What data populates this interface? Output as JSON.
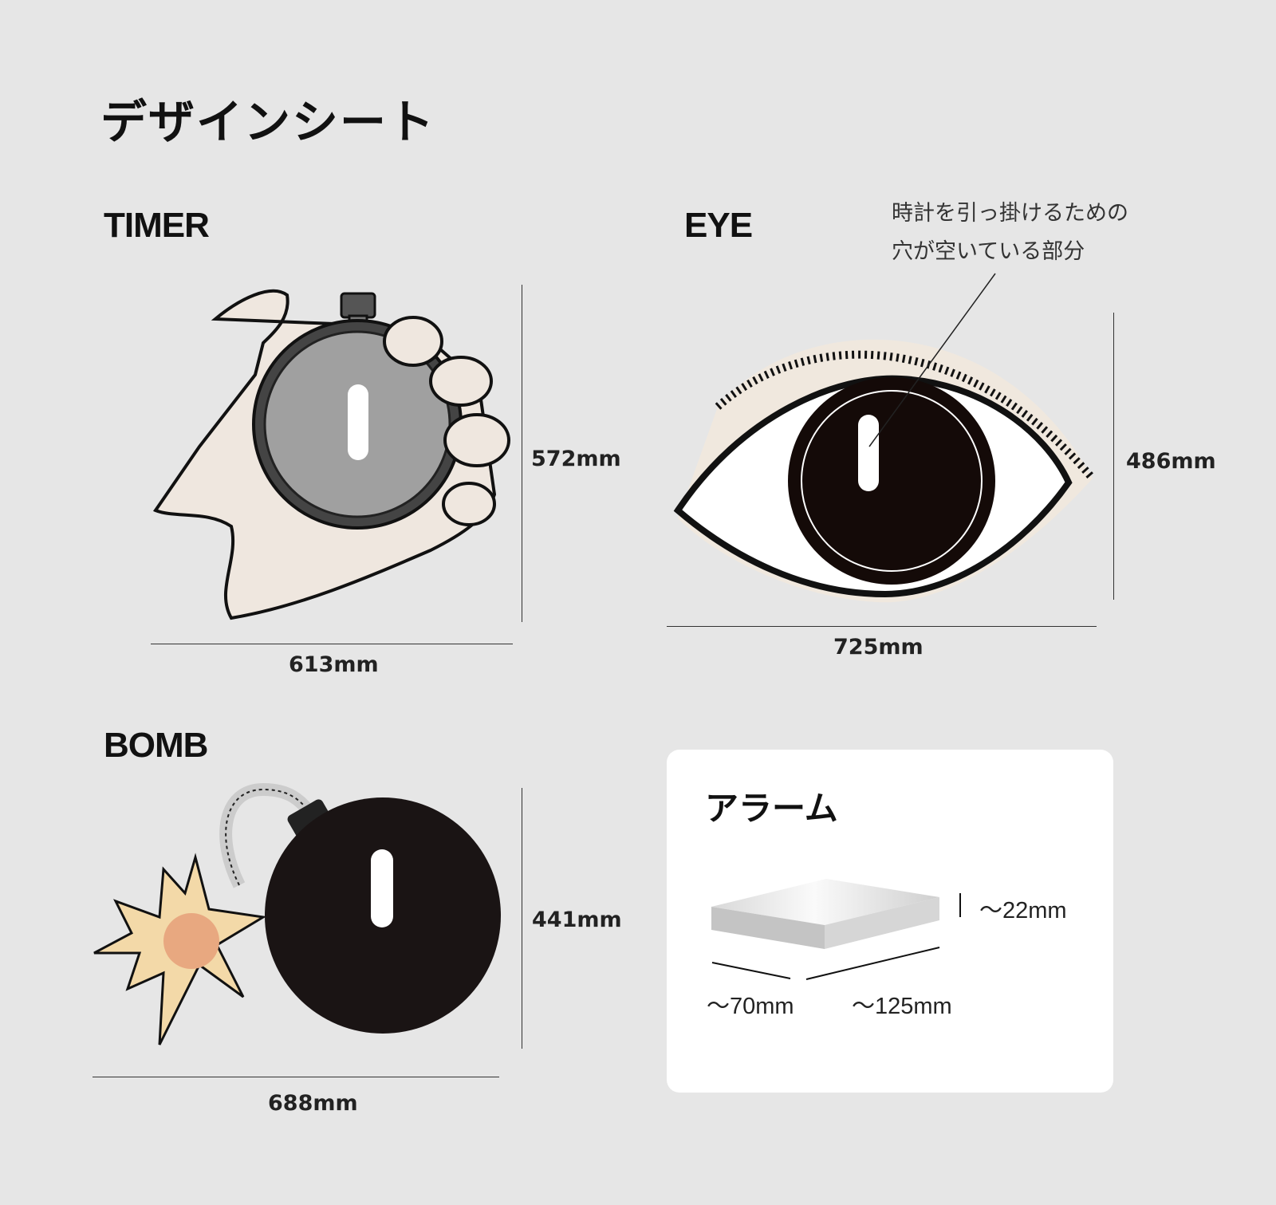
{
  "page": {
    "title": "デザインシート"
  },
  "timer": {
    "heading": "TIMER",
    "height": "572mm",
    "width": "613mm"
  },
  "eye": {
    "heading": "EYE",
    "height": "486mm",
    "width": "725mm",
    "annotation": [
      "時計を引っ掛けるための",
      "穴が空いている部分"
    ]
  },
  "bomb": {
    "heading": "BOMB",
    "height": "441mm",
    "width": "688mm"
  },
  "alarm": {
    "title": "アラーム",
    "depth": "〜22mm",
    "short_side": "〜70mm",
    "long_side": "〜125mm"
  }
}
